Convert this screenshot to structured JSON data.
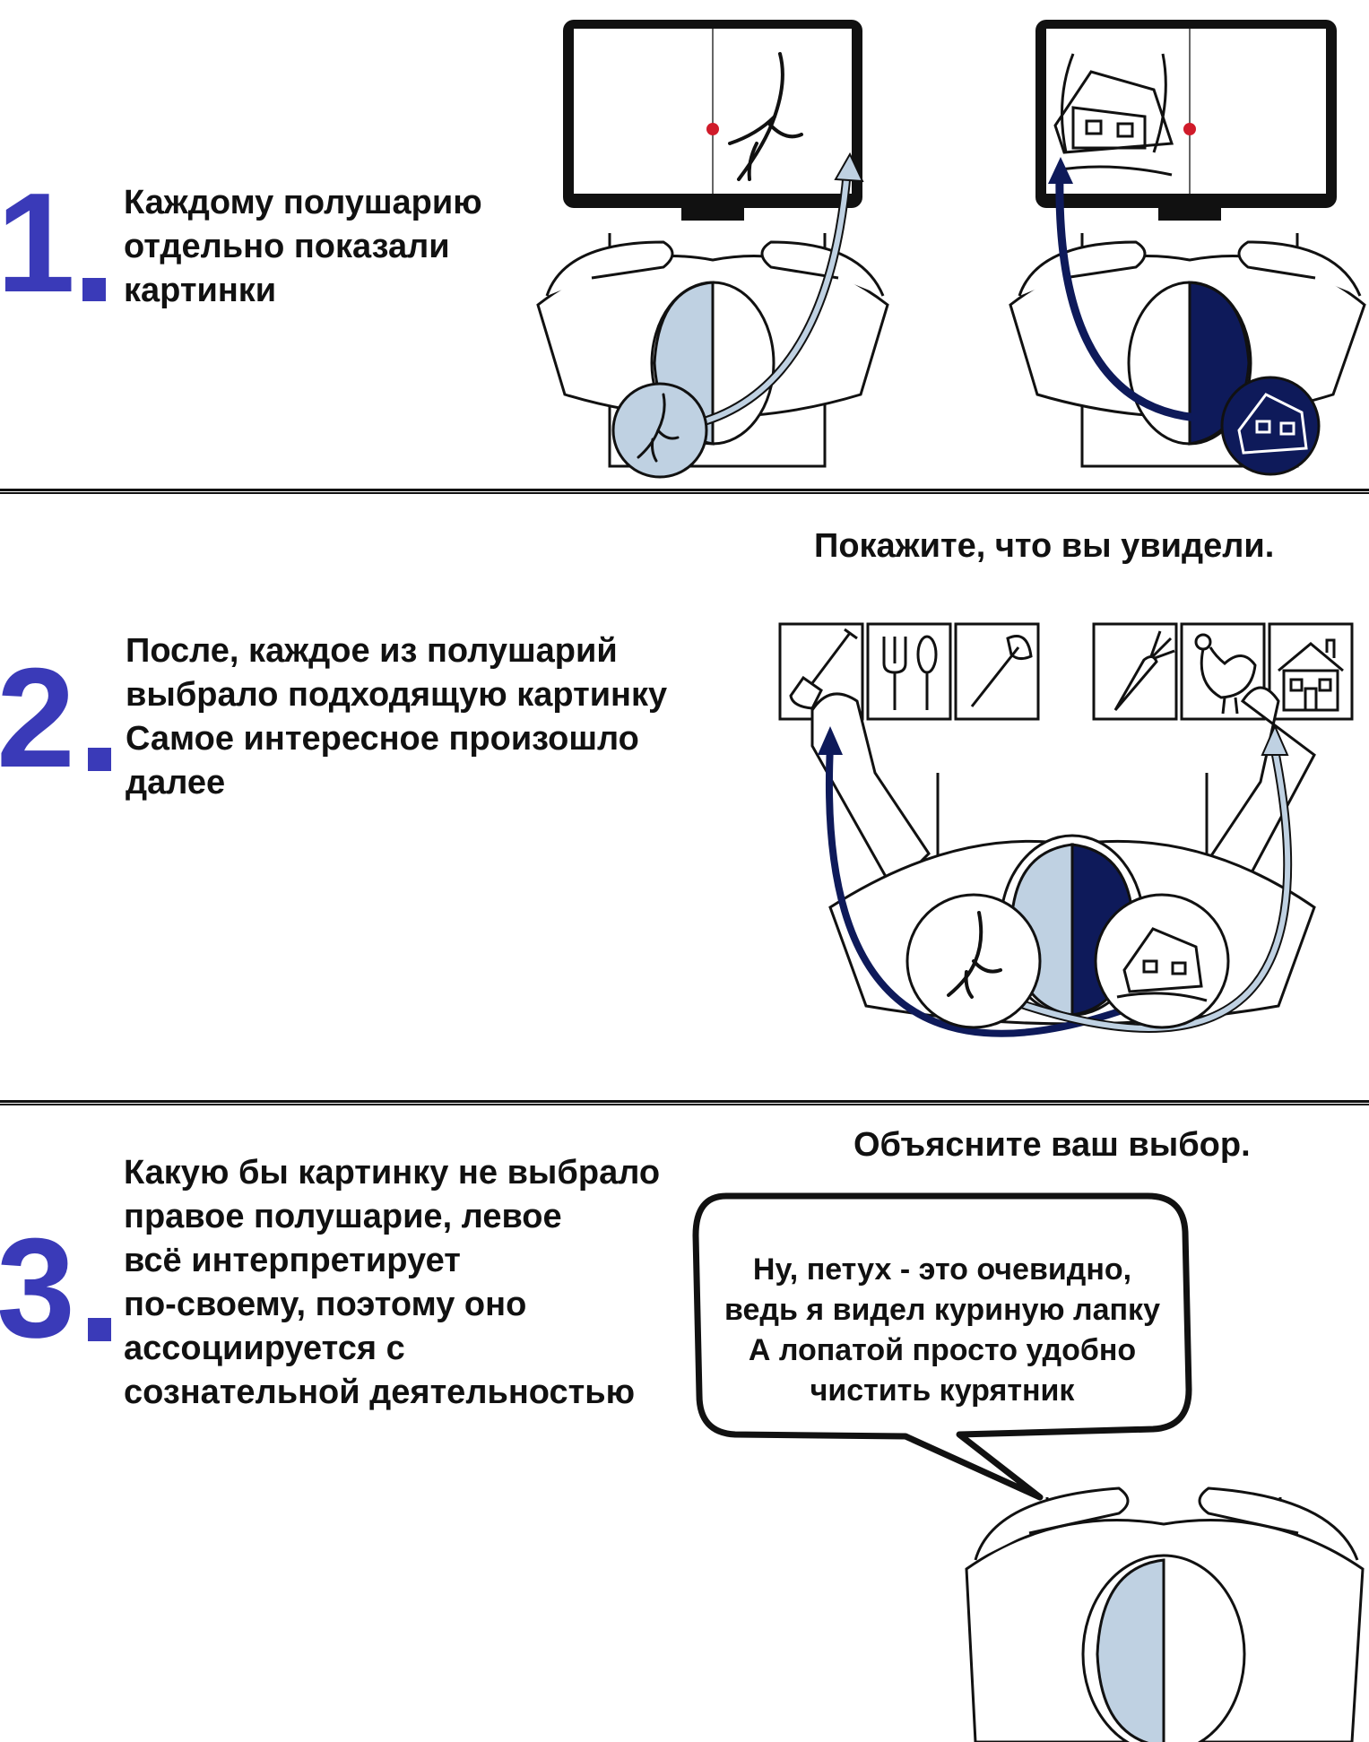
{
  "colors": {
    "accent_blue": "#3a3ab8",
    "left_hemisphere": "#bfd1e2",
    "right_hemisphere": "#0e1a5a",
    "ink": "#111111"
  },
  "step1": {
    "number": "1",
    "caption": "Каждому полушарию\nотдельно показали\nкартинки",
    "left_screen_icon": "chicken-foot-icon",
    "right_screen_icon": "winter-house-icon"
  },
  "step2": {
    "number": "2",
    "caption": "После, каждое из полушарий\nвыбрало подходящую картинку\nСамое интересное произошло\nдалее",
    "prompt": "Покажите, что вы увидели.",
    "cards": [
      {
        "name": "shovel",
        "icon": "shovel-icon"
      },
      {
        "name": "cutlery",
        "icon": "fork-spoon-icon"
      },
      {
        "name": "axe",
        "icon": "axe-icon"
      },
      {
        "name": "carrot",
        "icon": "carrot-icon"
      },
      {
        "name": "rooster",
        "icon": "rooster-icon"
      },
      {
        "name": "house",
        "icon": "house-icon"
      }
    ]
  },
  "step3": {
    "number": "3",
    "caption": "Какую бы картинку не выбрало\nправое полушарие, левое\nвсё интерпретирует\nпо-своему, поэтому оно\nассоциируется с\nсознательной деятельностью",
    "prompt": "Объясните ваш выбор.",
    "speech": "Ну, петух - это очевидно,\nведь я видел куриную лапку\nА лопатой просто удобно\nчистить курятник"
  }
}
